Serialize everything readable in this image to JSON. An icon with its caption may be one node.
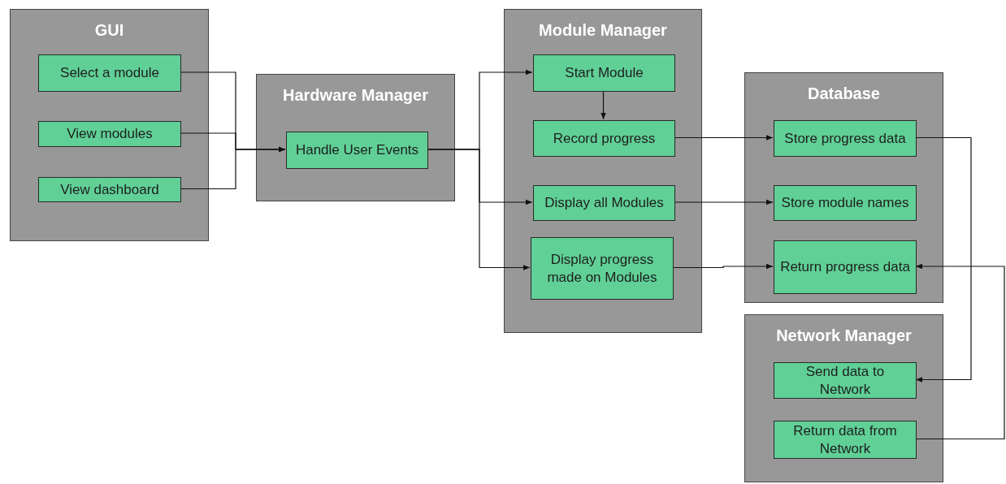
{
  "diagram": {
    "nodes": [
      {
        "text": [
          "GUI"
        ]
      },
      {
        "text": [
          "Select a module"
        ],
        "in": 0
      },
      {
        "text": [
          "View modules"
        ],
        "in": 0
      },
      {
        "text": [
          "View dashboard"
        ],
        "in": 0
      },
      {
        "text": [
          "Hardware Manager"
        ]
      },
      {
        "text": [
          "Handle User Events"
        ],
        "in": 4
      },
      {
        "text": [
          "Module Manager"
        ]
      },
      {
        "text": [
          "Start Module"
        ],
        "in": 6
      },
      {
        "text": [
          "Record progress"
        ],
        "in": 6
      },
      {
        "text": [
          "Display all Modules"
        ],
        "in": 6
      },
      {
        "text": [
          "Display progress made on Modules"
        ],
        "in": 6
      },
      {
        "text": [
          "Database"
        ]
      },
      {
        "text": [
          "Store progress data"
        ],
        "in": 11
      },
      {
        "text": [
          "Store module names"
        ],
        "in": 11
      },
      {
        "text": [
          "Return progress data"
        ],
        "in": 11
      },
      {
        "text": [
          "Network Manager"
        ]
      },
      {
        "text": [
          "Send data to Network"
        ],
        "in": 15
      },
      {
        "text": [
          "Return data from Network"
        ],
        "in": 15
      }
    ],
    "edges": [
      {
        "from": 1,
        "to": 5,
        "arrow": "to"
      },
      {
        "from": 2,
        "to": 5,
        "arrow": "to"
      },
      {
        "from": 3,
        "to": 5,
        "arrow": "to"
      },
      {
        "from": 5,
        "to": 7,
        "arrow": "to"
      },
      {
        "from": 5,
        "to": 9,
        "arrow": "to"
      },
      {
        "from": 5,
        "to": 10,
        "arrow": "to"
      },
      {
        "from": 7,
        "to": 8,
        "arrow": "to"
      },
      {
        "from": 8,
        "to": 12,
        "arrow": "to"
      },
      {
        "from": 9,
        "to": 13,
        "arrow": "to"
      },
      {
        "from": 10,
        "to": 14,
        "arrow": "to"
      },
      {
        "from": 12,
        "to": 16,
        "arrow": "to"
      },
      {
        "from": 17,
        "to": 14,
        "arrow": "to"
      }
    ]
  }
}
